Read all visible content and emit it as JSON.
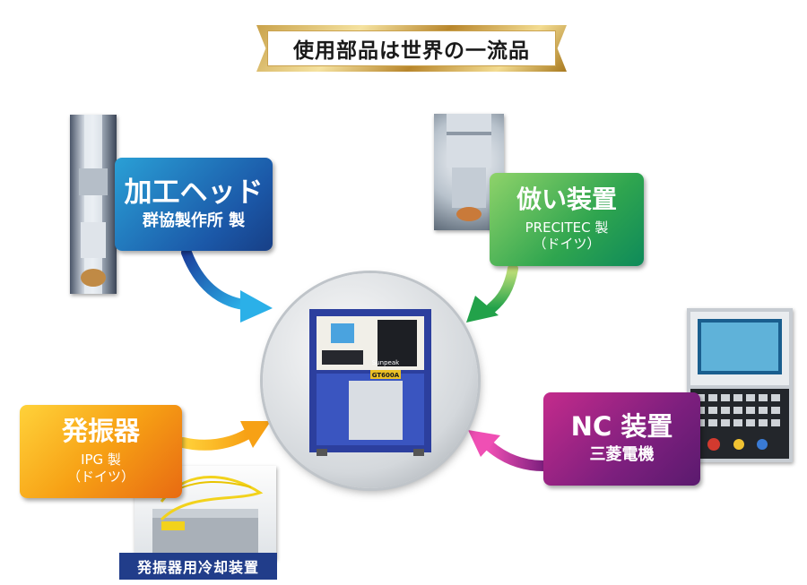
{
  "title": "使用部品は世界の一流品",
  "head": {
    "title": "加工ヘッド",
    "maker": "群協製作所 製"
  },
  "nozzle": {
    "title": "倣い装置",
    "maker": "PRECITEC 製",
    "country": "（ドイツ）"
  },
  "nc": {
    "title": "NC 装置",
    "maker": "三菱電機"
  },
  "oscillator": {
    "title": "発振器",
    "maker": "IPG 製",
    "country": "（ドイツ）"
  },
  "chiller_caption": "発振器用冷却装置",
  "machine": {
    "brand": "Sunpeak",
    "model": "GT600A"
  },
  "colors": {
    "head_box": "#1b58a8",
    "nozzle_box": "#2fa54f",
    "nc_box": "#7d1f7e",
    "oscillator_box": "#f7a115",
    "caption_bg": "#213d8a",
    "banner_gold": "#c9a24a"
  }
}
